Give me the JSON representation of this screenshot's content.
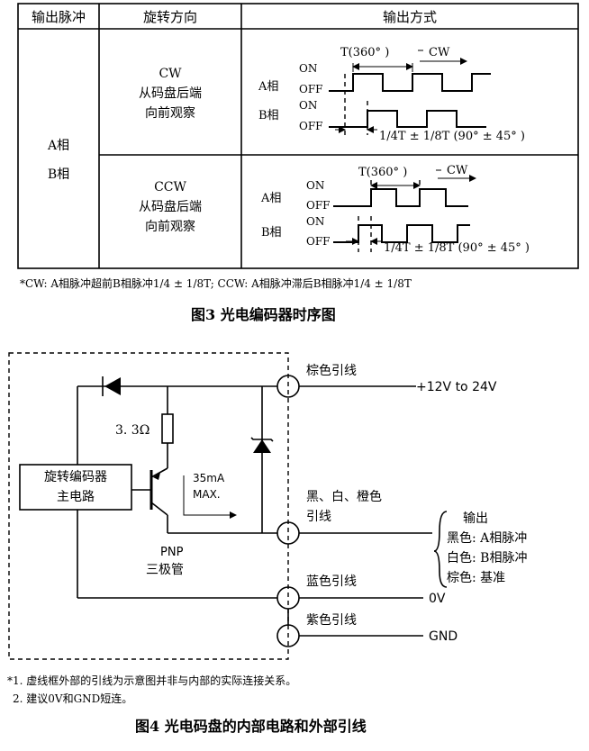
{
  "fig3": {
    "header": {
      "col_output_pulse": "输出脉冲",
      "col_rotation": "旋转方向",
      "col_output_mode": "输出方式"
    },
    "pulse_label_a": "A相",
    "pulse_label_b": "B相",
    "cw": {
      "dir": "CW",
      "line1": "从码盘后端",
      "line2": "向前观察",
      "period": "T(360° )",
      "arrow": "CW",
      "phase_a": "A相",
      "phase_b": "B相",
      "on": "ON",
      "off": "OFF",
      "offset": "1/4T ± 1/8T (90° ± 45° )"
    },
    "ccw": {
      "dir": "CCW",
      "line1": "从码盘后端",
      "line2": "向前观察",
      "period": "T(360° )",
      "arrow": "CW",
      "phase_a": "A相",
      "phase_b": "B相",
      "on": "ON",
      "off": "OFF",
      "offset": "1/4T ± 1/8T (90° ± 45° )"
    },
    "footnote": "*CW: A相脉冲超前B相脉冲1/4 ± 1/8T;  CCW: A相脉冲滞后B相脉冲1/4 ± 1/8T",
    "caption": "图3   光电编码器时序图"
  },
  "fig4": {
    "resistor": "3. 3Ω",
    "main_circuit_1": "旋转编码器",
    "main_circuit_2": "主电路",
    "current_1": "35mA",
    "current_2": "MAX.",
    "pnp_1": "PNP",
    "pnp_2": "三极管",
    "brown_wire": "棕色引线",
    "supply": "+12V  to  24V",
    "signal_wire_1": "黑、白、橙色",
    "signal_wire_2": "引线",
    "output_title": "输出",
    "output_black": "黑色: A相脉冲",
    "output_white": "白色: B相脉冲",
    "output_brown": "棕色: 基准",
    "blue_wire": "蓝色引线",
    "zero_v": "0V",
    "purple_wire": "紫色引线",
    "gnd": "GND",
    "note1": "*1. 虚线框外部的引线为示意图并非与内部的实际连接关系。",
    "note2": "2. 建议0V和GND短连。",
    "caption": "图4   光电码盘的内部电路和外部引线"
  }
}
